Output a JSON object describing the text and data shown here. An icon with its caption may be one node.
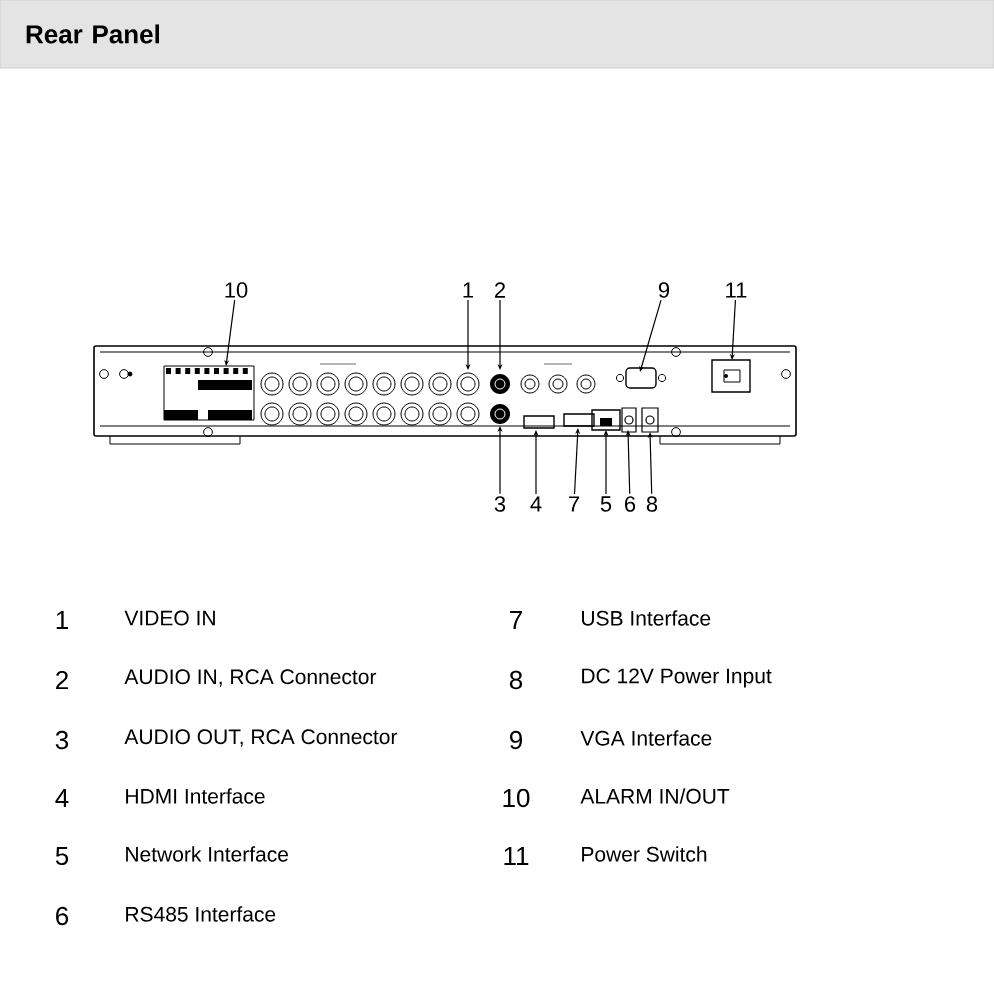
{
  "diagram": {
    "title": "Rear Panel",
    "nodes": [
      {
        "text": [
          "10"
        ]
      },
      {
        "text": [
          "1"
        ]
      },
      {
        "text": [
          "2"
        ]
      },
      {
        "text": [
          "9"
        ]
      },
      {
        "text": [
          "11"
        ]
      },
      {
        "text": [
          "3"
        ]
      },
      {
        "text": [
          "4"
        ]
      },
      {
        "text": [
          "7"
        ]
      },
      {
        "text": [
          "5"
        ]
      },
      {
        "text": [
          "6"
        ]
      },
      {
        "text": [
          "8"
        ]
      }
    ],
    "edges": [
      {
        "from": 0,
        "to": null,
        "arrow": "to"
      },
      {
        "from": 1,
        "to": null,
        "arrow": "to"
      },
      {
        "from": 2,
        "to": null,
        "arrow": "to"
      },
      {
        "from": 3,
        "to": null,
        "arrow": "to"
      },
      {
        "from": 4,
        "to": null,
        "arrow": "to"
      },
      {
        "from": 5,
        "to": null,
        "arrow": "to"
      },
      {
        "from": 6,
        "to": null,
        "arrow": "to"
      },
      {
        "from": 7,
        "to": null,
        "arrow": "to"
      },
      {
        "from": 8,
        "to": null,
        "arrow": "to"
      },
      {
        "from": 9,
        "to": null,
        "arrow": "to"
      },
      {
        "from": 10,
        "to": null,
        "arrow": "to"
      }
    ],
    "labels": [
      "1",
      "VIDEO IN",
      "7",
      "USB Interface",
      "2",
      "AUDIO IN, RCA Connector",
      "8",
      "DC 12V Power Input",
      "3",
      "AUDIO OUT, RCA Connector",
      "9",
      "VGA Interface",
      "4",
      "HDMI Interface",
      "10",
      "ALARM IN/OUT",
      "5",
      "Network Interface",
      "11",
      "Power Switch",
      "6",
      "RS485 Interface"
    ]
  }
}
